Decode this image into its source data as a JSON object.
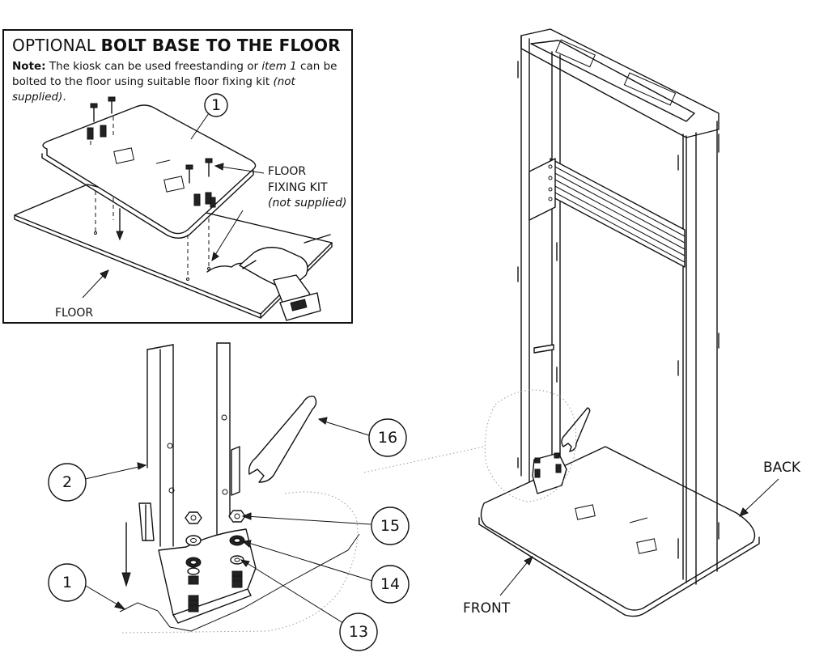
{
  "inset": {
    "title_light": "OPTIONAL",
    "title_bold": "BOLT BASE TO THE FLOOR",
    "note_label": "Note:",
    "note_text_1": " The kiosk can be used freestanding or ",
    "note_item": "item 1",
    "note_text_2": " can be bolted to the floor using suitable floor fixing kit ",
    "note_paren": "(not supplied)",
    "note_end": ".",
    "callout_1": "1",
    "floor_fixing_line1": "FLOOR",
    "floor_fixing_line2": "FIXING KIT",
    "floor_fixing_line3": "(not supplied)",
    "floor_label": "FLOOR"
  },
  "detail": {
    "callout_2": "2",
    "callout_1": "1",
    "callout_16": "16",
    "callout_15": "15",
    "callout_14": "14",
    "callout_13": "13"
  },
  "kiosk": {
    "back_label": "BACK",
    "front_label": "FRONT"
  },
  "icons": [
    "drill-icon",
    "wrench-icon",
    "bolt-icon",
    "nut-icon",
    "washer-icon",
    "arrow-icon"
  ]
}
